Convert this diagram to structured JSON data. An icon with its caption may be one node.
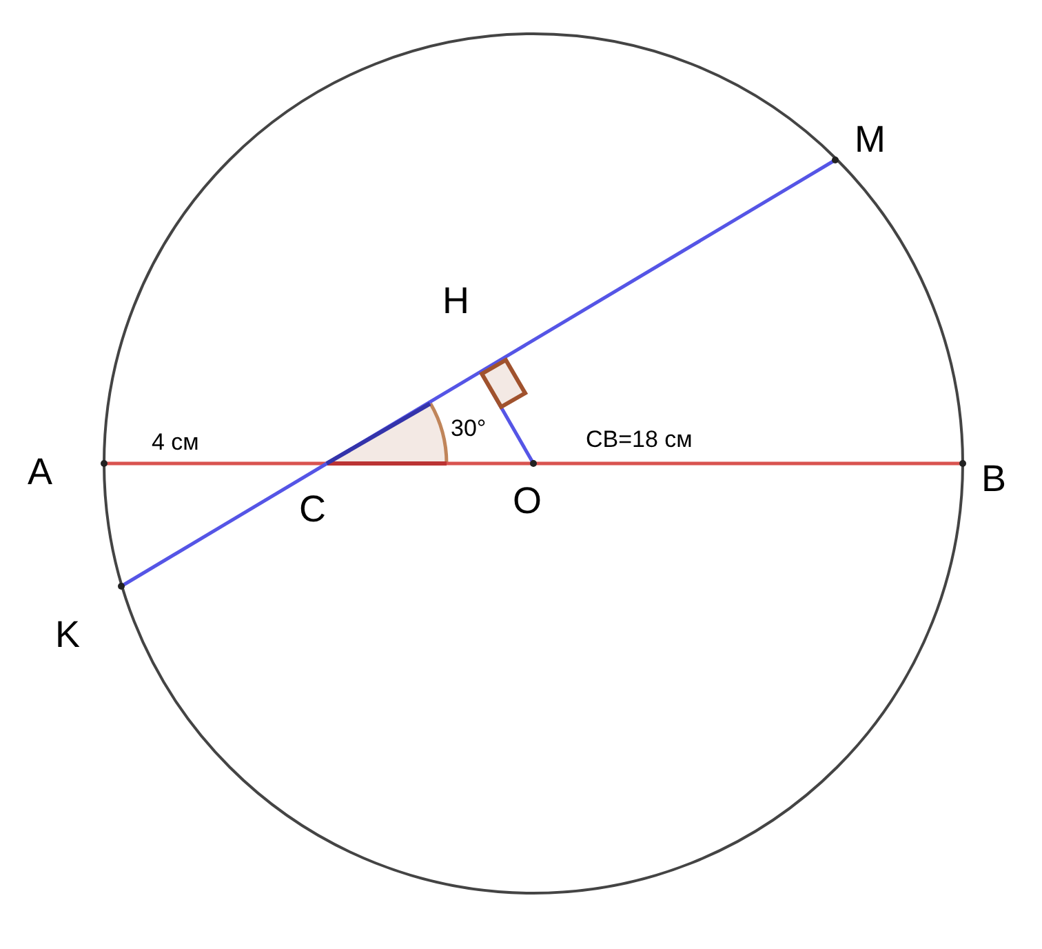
{
  "diagram": {
    "labels": [
      "M",
      "H",
      "A",
      "4 см",
      "30°",
      "CB=18 см",
      "B",
      "C",
      "O",
      "K"
    ]
  }
}
